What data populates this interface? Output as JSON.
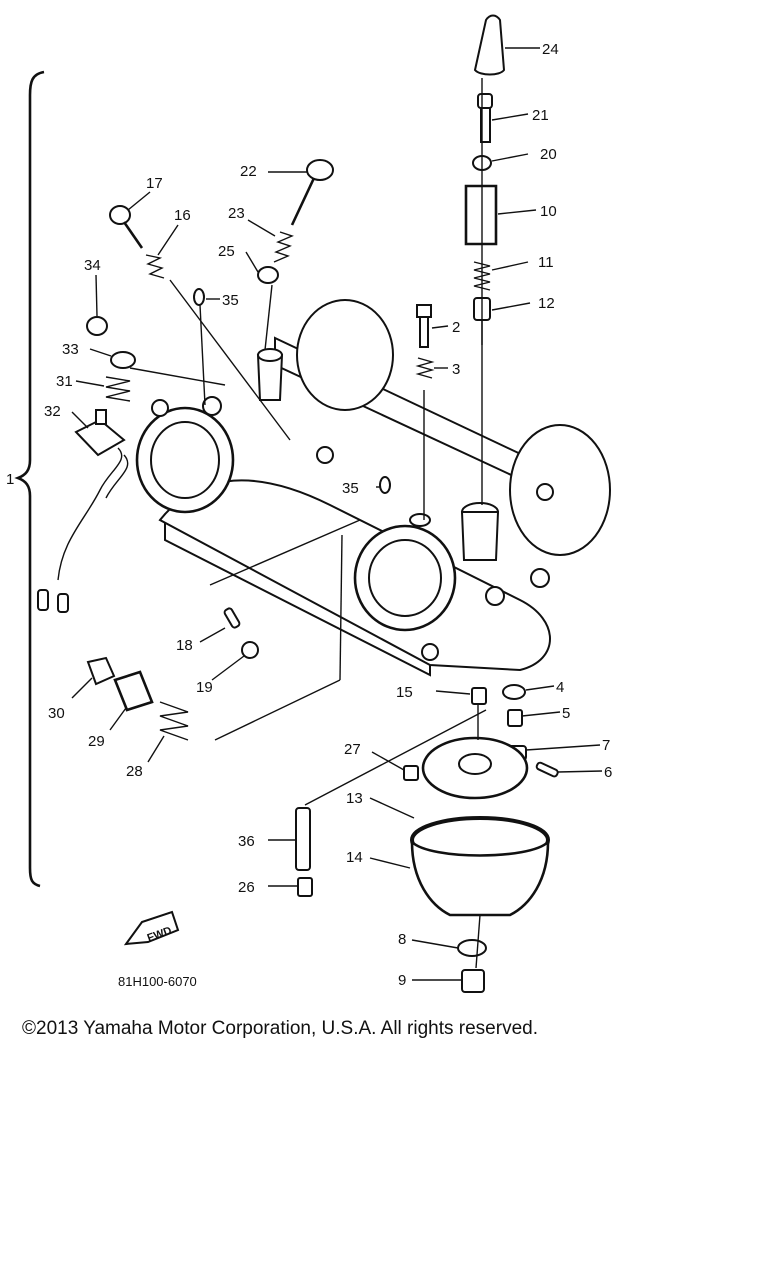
{
  "diagram": {
    "drawing_number": "81H100-6070",
    "assembly_label": "1",
    "fwd_badge": "FWD",
    "copyright": "©2013 Yamaha Motor Corporation, U.S.A. All rights reserved.",
    "callouts": [
      "24",
      "21",
      "20",
      "10",
      "11",
      "12",
      "2",
      "3",
      "17",
      "22",
      "16",
      "23",
      "25",
      "35",
      "34",
      "33",
      "31",
      "32",
      "35",
      "18",
      "19",
      "30",
      "29",
      "28",
      "15",
      "4",
      "5",
      "7",
      "6",
      "27",
      "13",
      "36",
      "14",
      "26",
      "8",
      "9"
    ]
  }
}
